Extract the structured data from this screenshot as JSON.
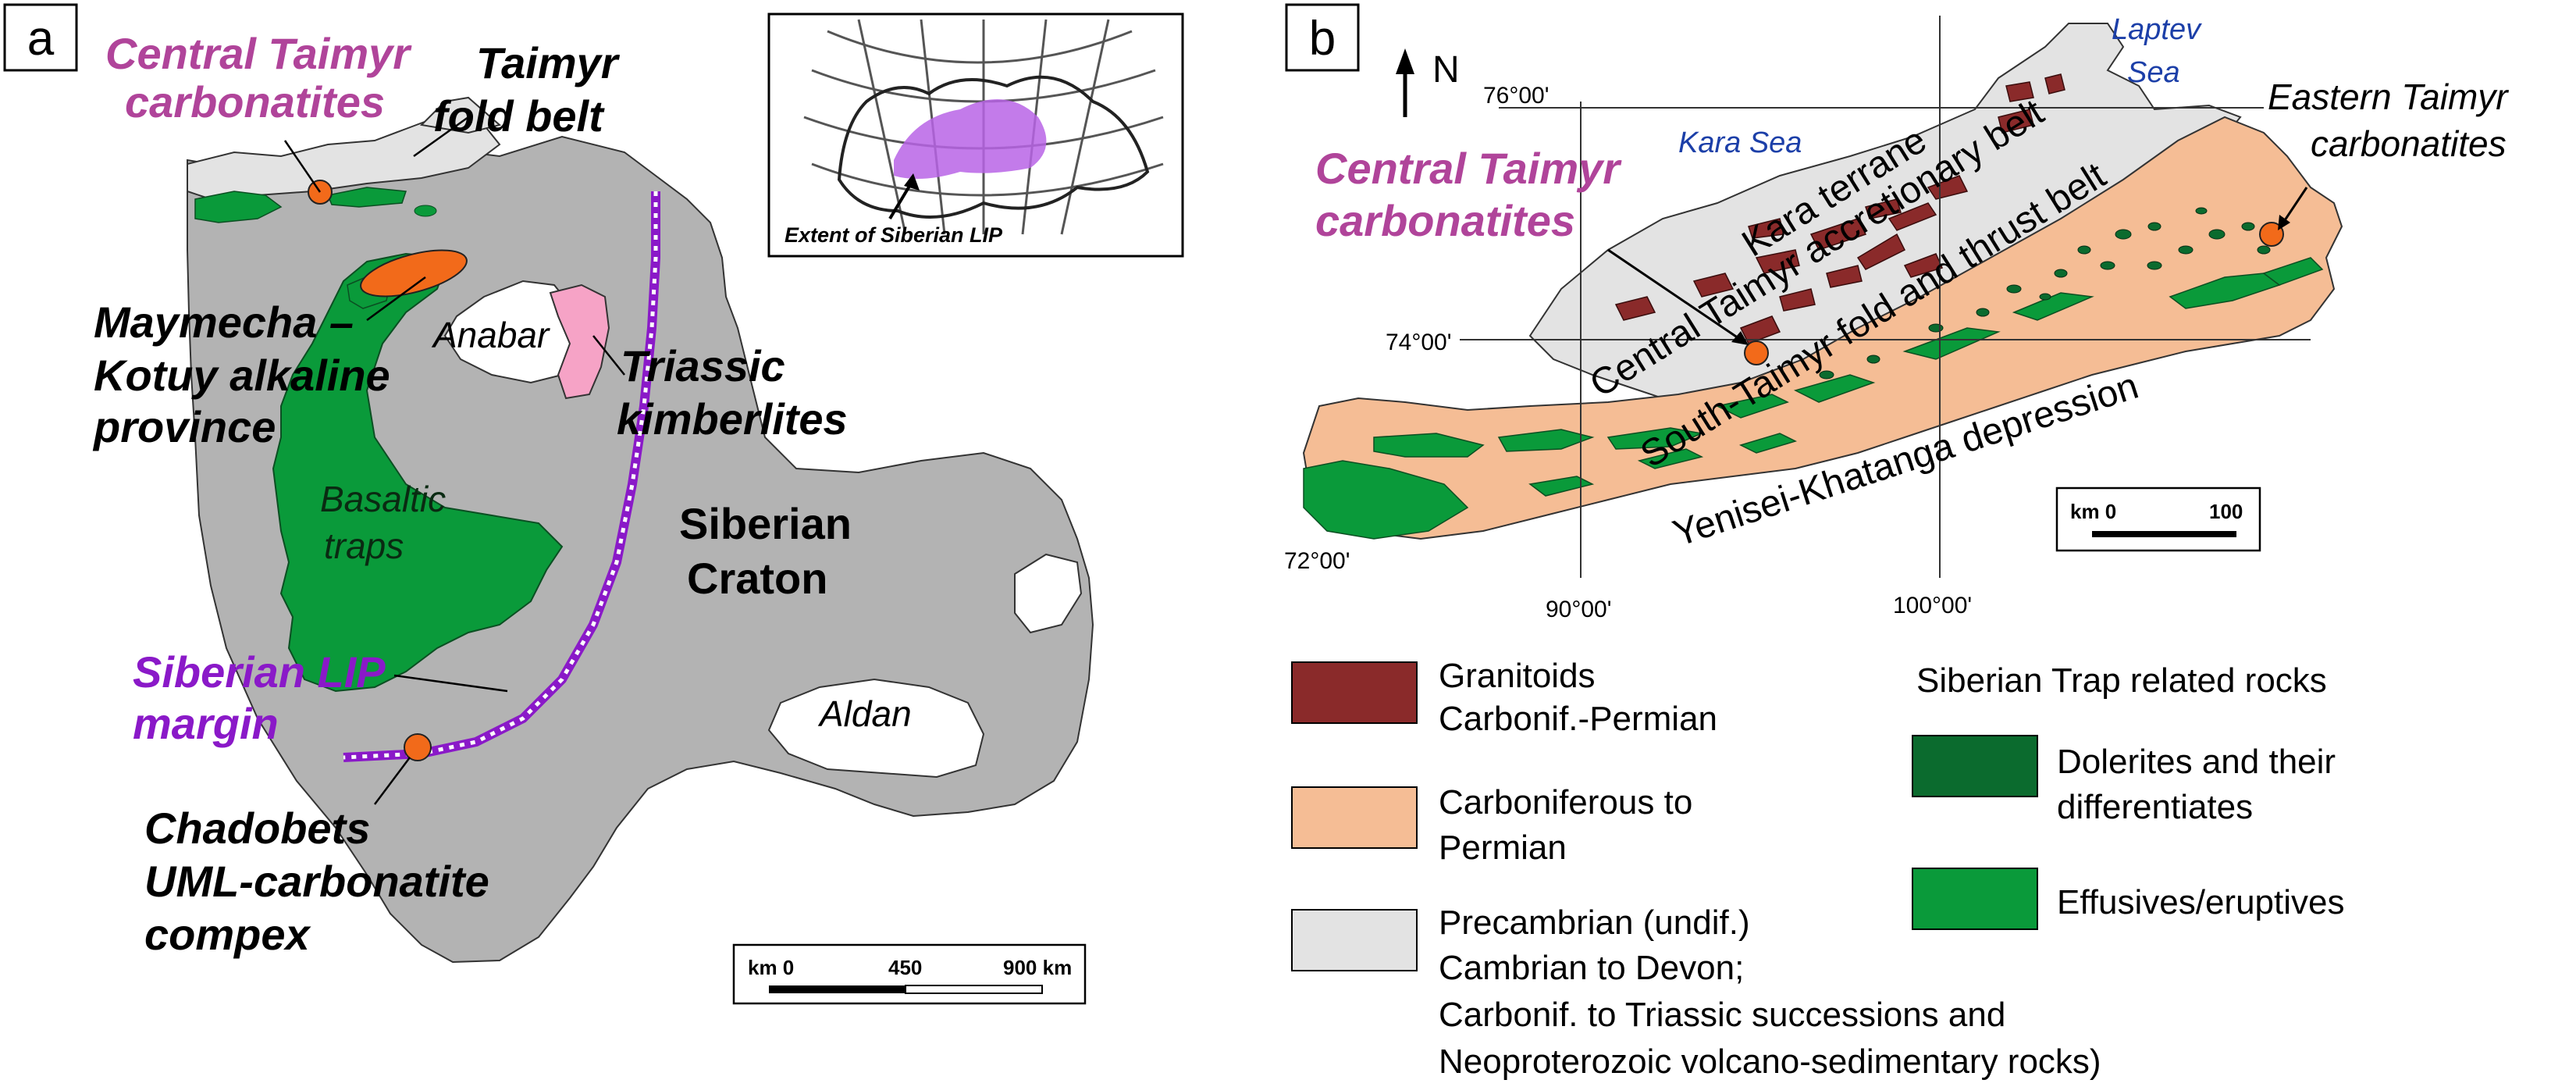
{
  "panel_a": {
    "label": "a",
    "labels": {
      "central_taimyr_1": "Central Taimyr",
      "central_taimyr_2": "carbonatites",
      "taimyr_fold_1": "Taimyr",
      "taimyr_fold_2": "fold belt",
      "maymecha_1": "Maymecha –",
      "maymecha_2": "Kotuy alkaline",
      "maymecha_3": "province",
      "anabar": "Anabar",
      "triassic_1": "Triassic",
      "triassic_2": "kimberlites",
      "basaltic_1": "Basaltic",
      "basaltic_2": "traps",
      "siberian_1": "Siberian",
      "siberian_2": "Craton",
      "lip_1": "Siberian LIP",
      "lip_2": "margin",
      "aldan": "Aldan",
      "chadobets_1": "Chadobets",
      "chadobets_2": "UML-carbonatite",
      "chadobets_3": "compex"
    },
    "inset_caption": "Extent of Siberian LIP",
    "scale": {
      "t0": "km 0",
      "t1": "450",
      "t2": "900 km"
    }
  },
  "panel_b": {
    "label": "b",
    "north": "N",
    "labels": {
      "laptev_1": "Laptev",
      "laptev_2": "Sea",
      "kara_sea": "Kara Sea",
      "central_taimyr_1": "Central Taimyr",
      "central_taimyr_2": "carbonatites",
      "eastern_taimyr_1": "Eastern Taimyr",
      "eastern_taimyr_2": "carbonatites",
      "kara_terrane": "Kara terrane",
      "ct_belt": "Central Taimyr accretionary belt",
      "st_belt": "South-Taimyr fold and thrust belt",
      "yenisei": "Yenisei-Khatanga depression"
    },
    "grid": {
      "lat76": "76°00'",
      "lat74": "74°00'",
      "lat72": "72°00'",
      "lon90": "90°00'",
      "lon100": "100°00'"
    },
    "scale": {
      "t0": "km 0",
      "t1": "100"
    },
    "legend": {
      "granitoids_1": "Granitoids",
      "granitoids_2": "Carbonif.-Permian",
      "carb_1": "Carboniferous to",
      "carb_2": "Permian",
      "pre_1": "Precambrian (undif.)",
      "pre_2": "Cambrian to Devon;",
      "pre_3": "Carbonif. to Triassic successions and",
      "pre_4": "Neoproterozoic volcano-sedimentary rocks)",
      "trap_header": "Siberian Trap related rocks",
      "dolerites_1": "Dolerites and their",
      "dolerites_2": "differentiates",
      "effusives": "Effusives/eruptives"
    }
  },
  "colors": {
    "craton_gray": "#b3b3b3",
    "light_gray": "#e3e3e3",
    "green": "#0a9a3a",
    "dark_green": "#0b6b2e",
    "orange": "#f26a1a",
    "pink": "#f6a3c6",
    "purple": "#8a19c8",
    "magenta_text": "#b0449a",
    "granitoid": "#8a2a2a",
    "peach": "#f5bd95",
    "sea_blue": "#1c3fa8"
  }
}
